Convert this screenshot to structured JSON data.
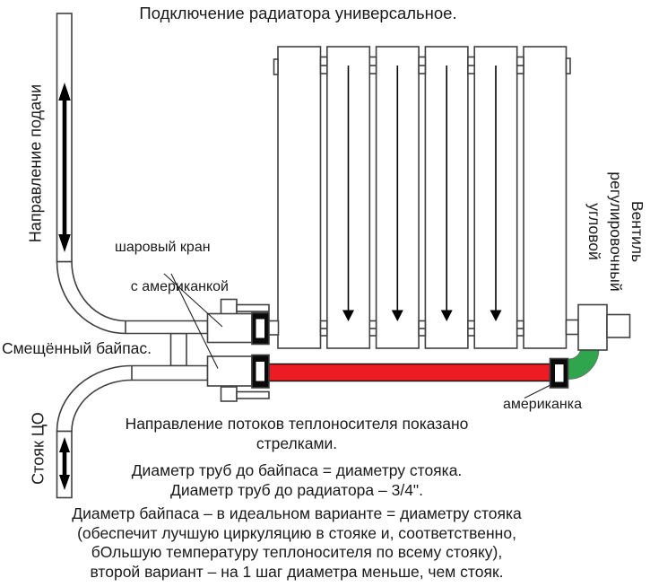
{
  "title": "Подключение радиатора универсальное.",
  "colors": {
    "pipe_red": "#ED1C24",
    "pipe_green": "#2FA64D",
    "outline": "#404040"
  },
  "labels": {
    "supply_direction": "Направление подачи",
    "riser": "Стояк ЦО",
    "bypass": "Смещённый байпас.",
    "ball_valve_line1": "шаровый кран",
    "ball_valve_line2": "с американкой",
    "union": "американка",
    "angle_valve_line1": "Вентиль",
    "angle_valve_line2": "регулировочный",
    "angle_valve_line3": "угловой"
  },
  "notes": {
    "flow": [
      "Направление потоков теплоносителя показано",
      "стрелками."
    ],
    "diameters1": [
      "Диаметр труб до байпаса = диаметру стояка.",
      "Диаметр труб до радиатора – 3/4\"."
    ],
    "diameters2": [
      "Диаметр байпаса – в идеальном варианте = диаметру стояка",
      "(обеспечит лучшую циркуляцию в стояке и, соответственно,",
      "бОльшую температуру теплоносителя по всему стояку),",
      "второй вариант – на 1 шаг диаметра меньше, чем стояк."
    ]
  }
}
